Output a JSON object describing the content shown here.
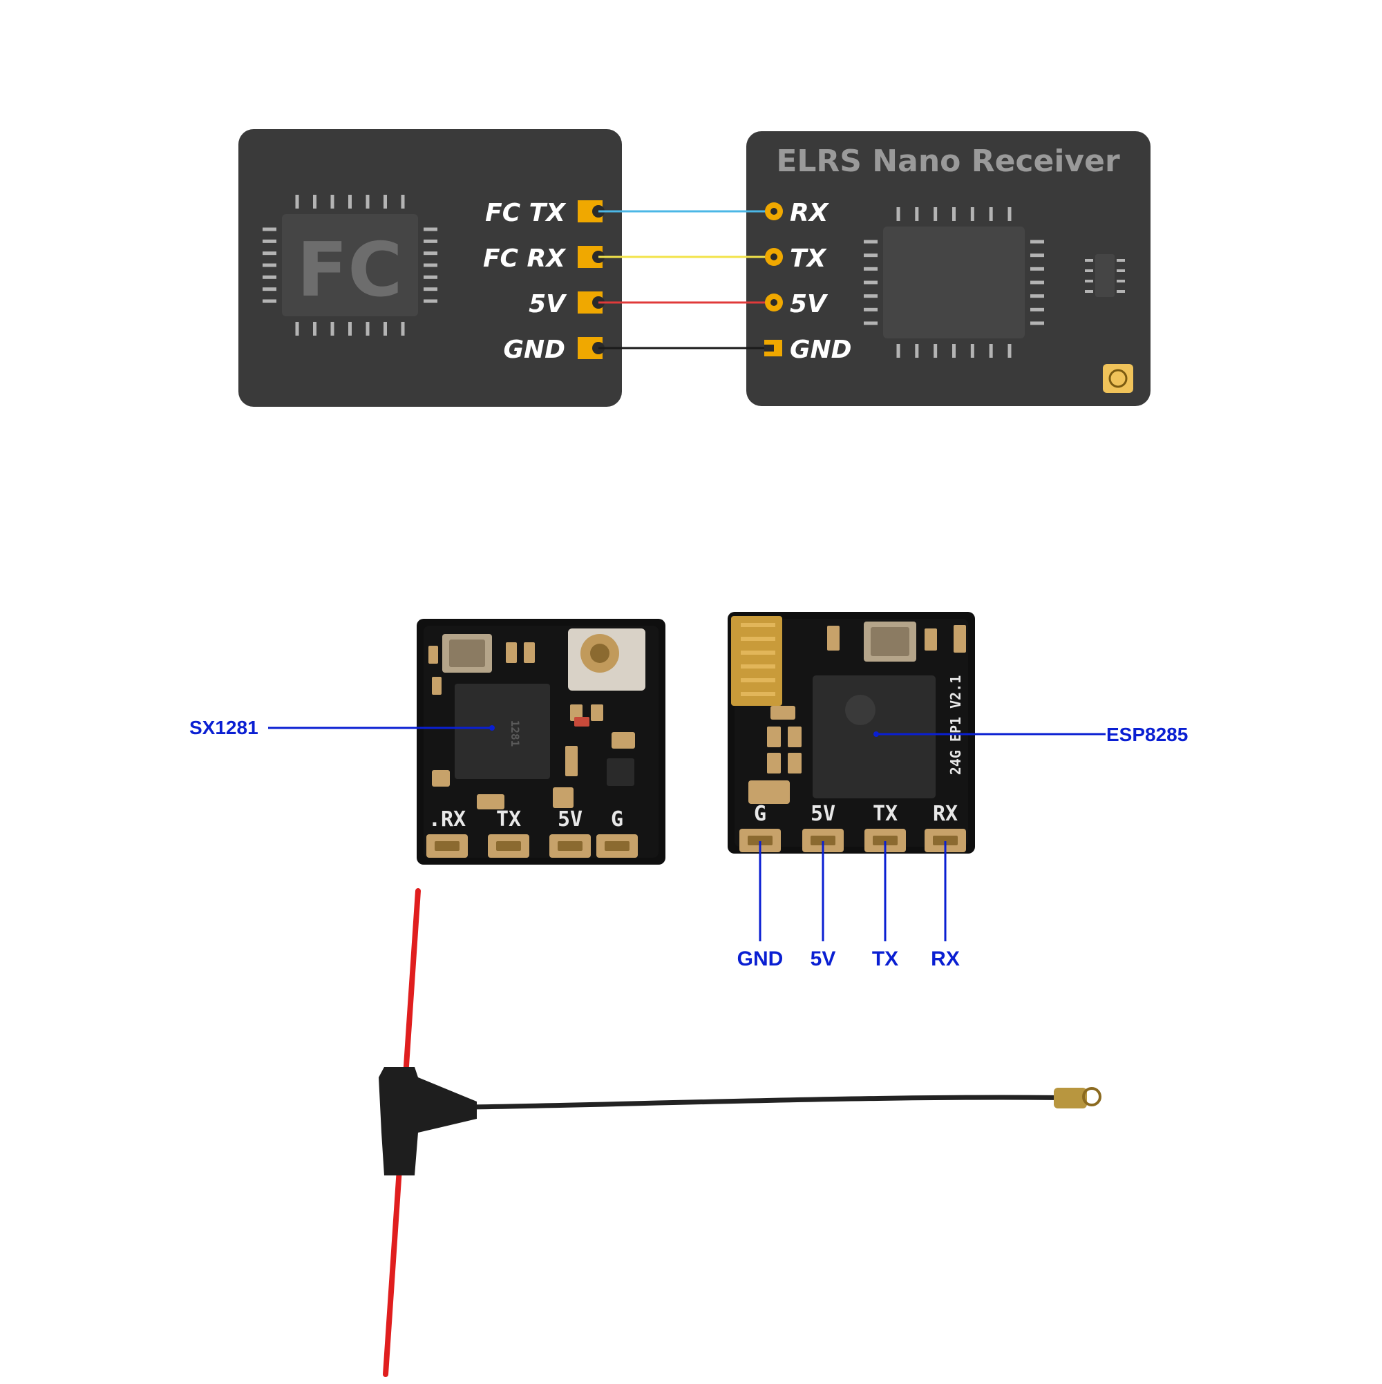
{
  "wiring": {
    "fc": {
      "label": "FC",
      "board_color": "#3a3a3a",
      "chip_color": "#454545",
      "label_color": "#6d6d6d"
    },
    "receiver": {
      "title": "ELRS Nano Receiver",
      "board_color": "#3a3a3a",
      "chip_color": "#454545",
      "title_color": "#9a9a9a"
    },
    "fc_pins": [
      "FC TX",
      "FC RX",
      "5V",
      "GND"
    ],
    "rx_pins": [
      "RX",
      "TX",
      "5V",
      "GND"
    ],
    "wire_colors": [
      "#4bb7e6",
      "#f2e34a",
      "#e03a3a",
      "#1a1a1a"
    ],
    "pad_color": "#f0a800"
  },
  "photo": {
    "callout_color": "#0a1fd2",
    "front_chip_label": "SX1281",
    "back_chip_label": "ESP8285",
    "front_pads": [
      ".RX",
      "TX",
      "5V",
      "G"
    ],
    "back_pads": [
      "G",
      "5V",
      "TX",
      "RX"
    ],
    "back_pin_callouts": [
      "GND",
      "5V",
      "TX",
      "RX"
    ],
    "back_side_silk": "24G EP1 V2.1"
  },
  "antenna": {
    "element_color": "#e01e1e",
    "body_color": "#1e1e1e",
    "coax_color": "#222222"
  }
}
